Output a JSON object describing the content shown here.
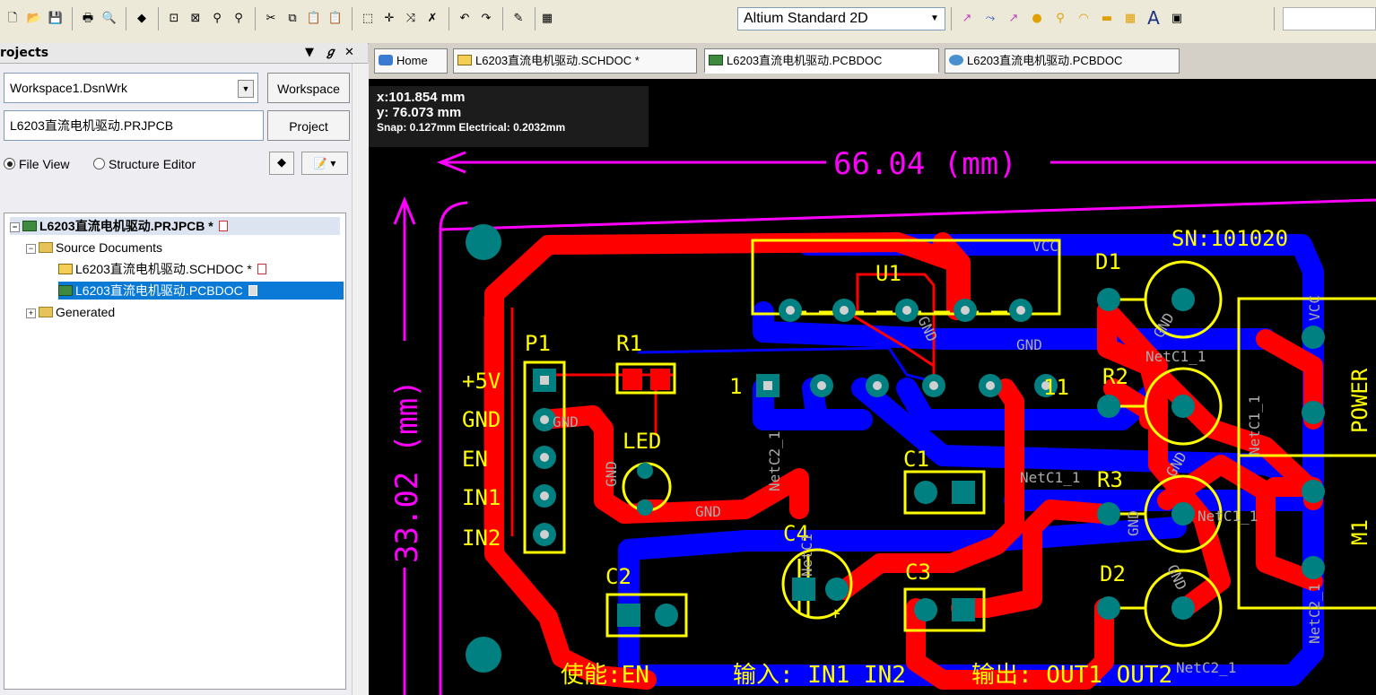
{
  "toolbar": {
    "view_mode": "Altium Standard 2D"
  },
  "projects_panel": {
    "title": "rojects",
    "workspace_value": "Workspace1.DsnWrk",
    "workspace_button": "Workspace",
    "project_value": "L6203直流电机驱动.PRJPCB",
    "project_button": "Project",
    "radio_file_view": "File View",
    "radio_structure_editor": "Structure Editor",
    "tree": {
      "project": "L6203直流电机驱动.PRJPCB *",
      "source_documents": "Source Documents",
      "schdoc": "L6203直流电机驱动.SCHDOC *",
      "pcbdoc": "L6203直流电机驱动.PCBDOC",
      "generated": "Generated"
    }
  },
  "tabs": [
    {
      "label": "Home"
    },
    {
      "label": "L6203直流电机驱动.SCHDOC *"
    },
    {
      "label": "L6203直流电机驱动.PCBDOC"
    },
    {
      "label": "L6203直流电机驱动.PCBDOC"
    }
  ],
  "hud": {
    "x": "x:101.854  mm",
    "y": "y: 76.073  mm",
    "snap": "Snap: 0.127mm Electrical: 0.2032mm"
  },
  "pcb": {
    "dim_width": "66.04 (mm)",
    "dim_height": "33.02 (mm)",
    "serial": "SN:101020",
    "designators": {
      "u1": "U1",
      "p1": "P1",
      "r1": "R1",
      "led": "LED",
      "d1": "D1",
      "r2": "R2",
      "r3": "R3",
      "d2": "D2",
      "c1": "C1",
      "c2": "C2",
      "c3": "C3",
      "c4": "C4",
      "power": "POWER",
      "m1": "M1",
      "pin1": "1",
      "pin11": "11"
    },
    "p1_labels": [
      "+5V",
      "GND",
      "EN",
      "IN1",
      "IN2"
    ],
    "net_labels": {
      "vcc_top": "VCC",
      "gnd_u1": "GND",
      "gnd_u1b": "GND",
      "gnd_p1": "GND",
      "gnd_led": "GND",
      "gnd_bottom": "GND",
      "netc1_1_right": "NetC1_1",
      "netc1_1_mid": "NetC1_1",
      "netc1_1_r3": "NetC1_1",
      "netc1_1_vert": "NetC1_1",
      "netc2_1": "NetC2_1",
      "vcc_right": "VCC",
      "gnd_d1": "GND",
      "gnd_r3": "GND",
      "gnd_d2": "GND",
      "gnd_r3b": "GND",
      "netc2_1_right": "NetC2_1",
      "netc2_1_bottom": "NetC2_1",
      "c4_net": "NetC1"
    },
    "bottom_silk": {
      "enable": "使能:EN",
      "input": "输入: IN1 IN2",
      "output": "输出: OUT1 OUT2"
    }
  },
  "colors": {
    "top_layer": "#ff0000",
    "bottom_layer": "#0000ff",
    "silkscreen": "#ffff00",
    "mechanical": "#ff00ff",
    "pad": "#008080"
  }
}
